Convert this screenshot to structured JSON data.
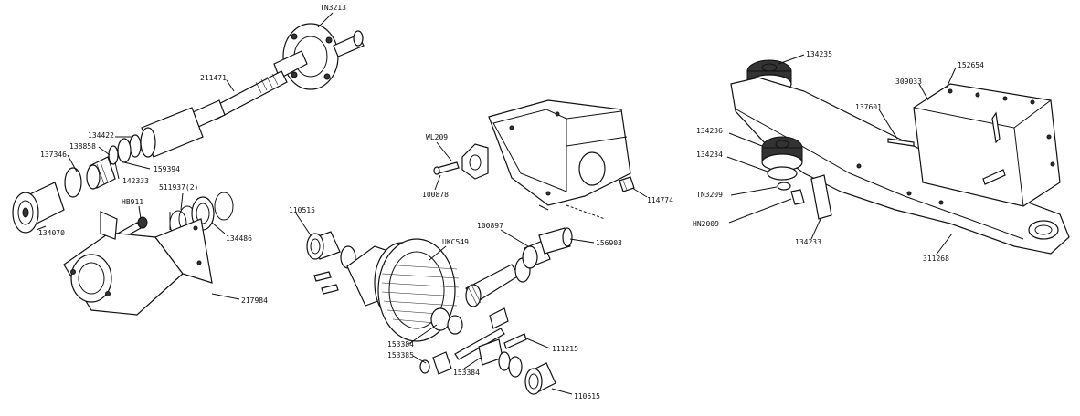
{
  "part_labels": {
    "tn3213": "TN3213",
    "p211471": "211471",
    "p134422": "134422",
    "p138858": "138858",
    "p137346": "137346",
    "p159394": "159394",
    "p142333": "142333",
    "hb911": "HB911",
    "s11937": "511937(2)",
    "p134070": "134070",
    "p134486": "134486",
    "p217984": "217984",
    "wl209": "WL209",
    "p100878": "100878",
    "p114774": "114774",
    "p110515a": "110515",
    "p100897": "100897",
    "ukc549": "UKC549",
    "p156903": "156903",
    "p153384a": "153384",
    "p153385": "153385",
    "p153384b": "153384",
    "p111215": "111215",
    "p110515b": "110515",
    "p134235": "134235",
    "p152654": "152654",
    "p309033": "309033",
    "p137601": "137601",
    "p134236": "134236",
    "p134234": "134234",
    "tn3209": "TN3209",
    "hn2009": "HN2009",
    "p134233": "134233",
    "p311268": "311268"
  }
}
